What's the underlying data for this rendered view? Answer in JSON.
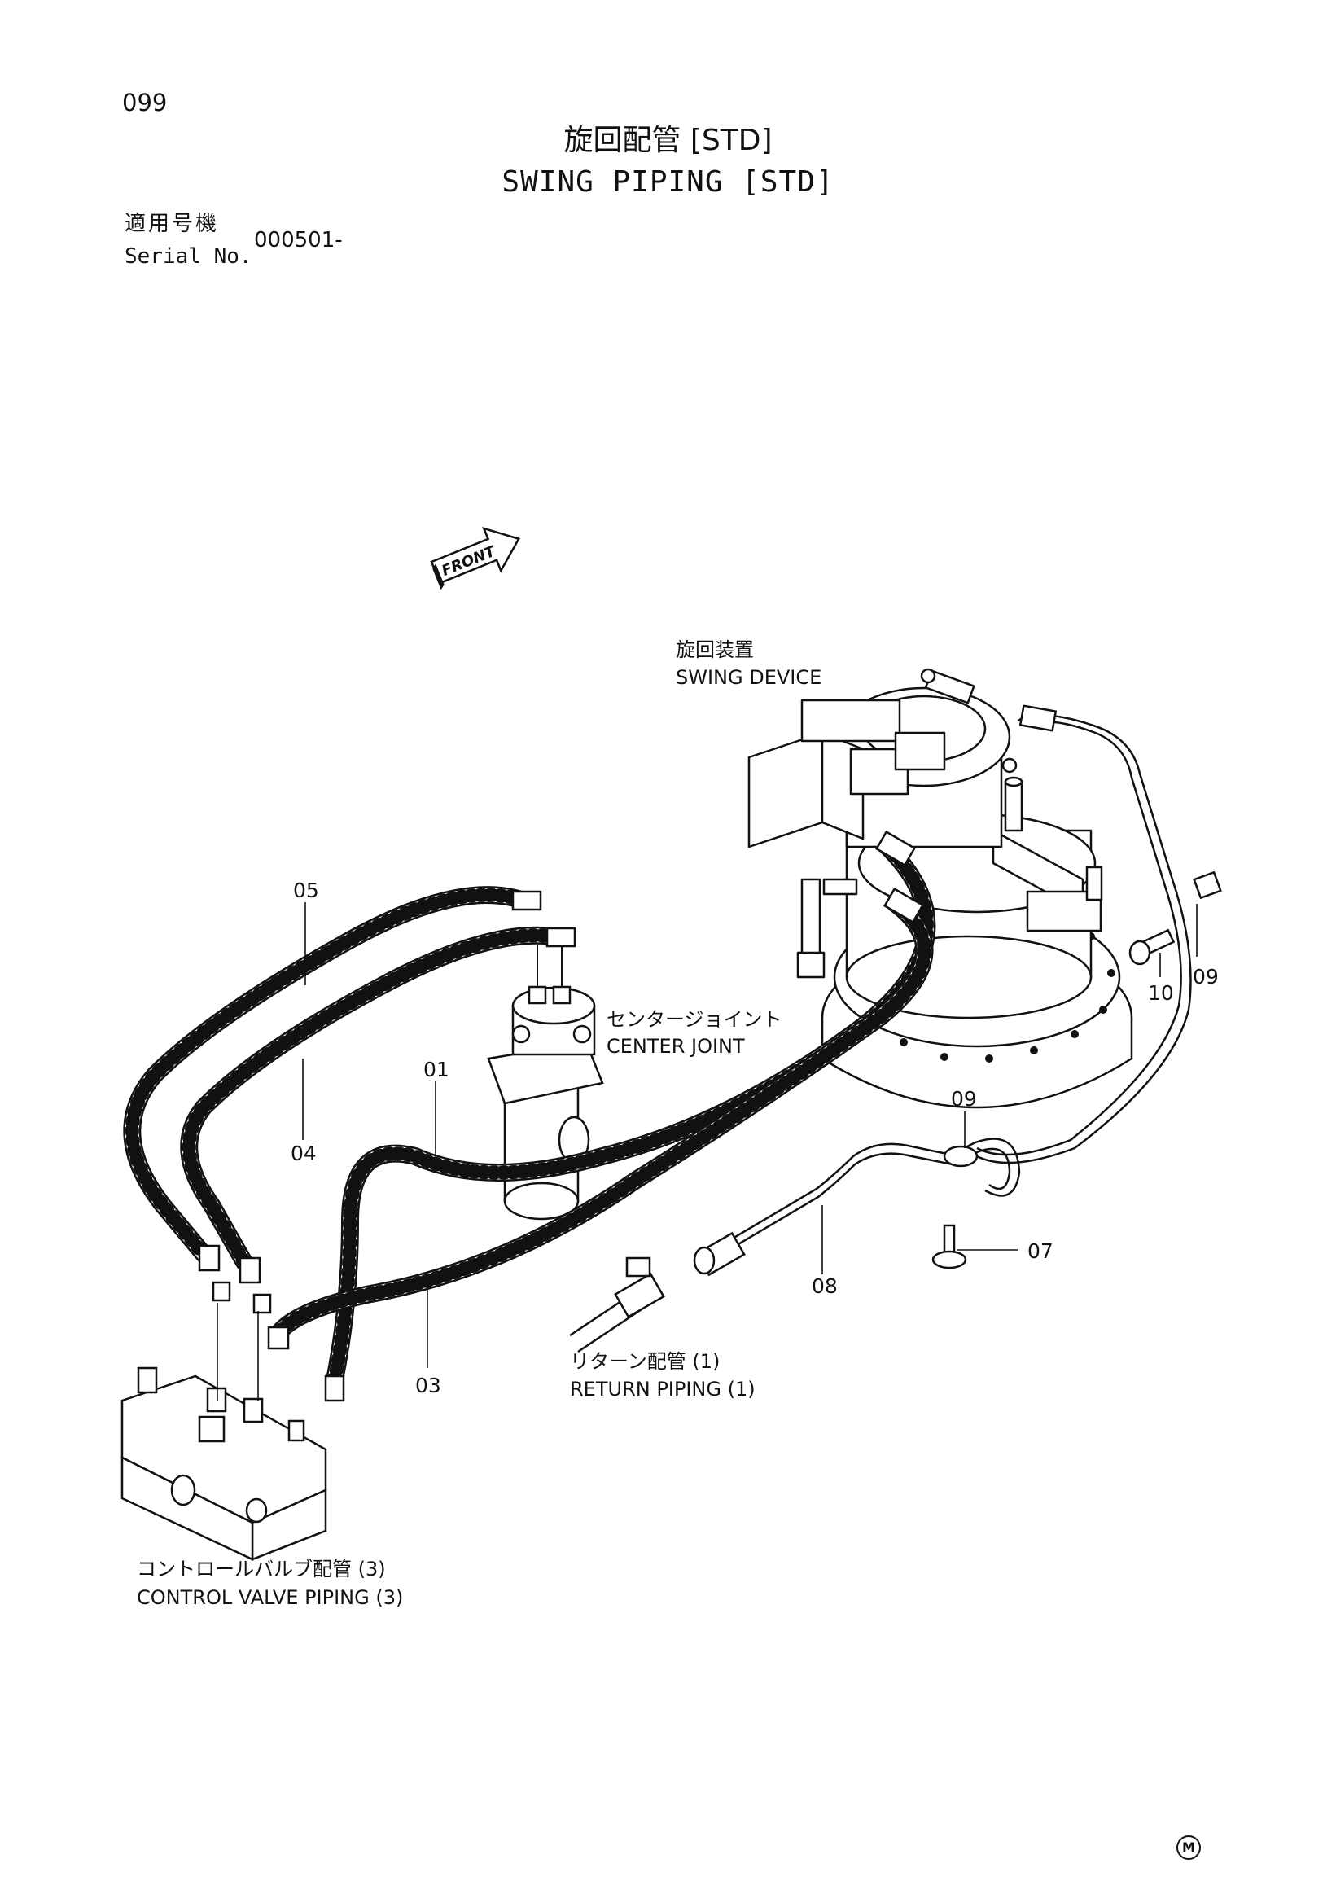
{
  "page": {
    "number": "099",
    "title_jp": "旋回配管 [STD]",
    "title_en": "SWING PIPING [STD]",
    "serial_label_jp": "適用号機",
    "serial_label_en": "Serial No.",
    "serial_value": "000501-",
    "corner_mark": "M"
  },
  "diagram": {
    "front_arrow_label": "FRONT",
    "callouts": [
      {
        "id": "swing_device",
        "label_jp": "旋回装置",
        "label_en": "SWING DEVICE"
      },
      {
        "id": "center_joint",
        "label_jp": "センタージョイント",
        "label_en": "CENTER JOINT"
      },
      {
        "id": "return_piping",
        "label_jp": "リターン配管 (1)",
        "label_en": "RETURN PIPING (1)"
      },
      {
        "id": "control_valve_piping",
        "label_jp": "コントロールバルブ配管 (3)",
        "label_en": "CONTROL VALVE PIPING (3)"
      }
    ],
    "part_numbers": [
      "01",
      "03",
      "04",
      "05",
      "07",
      "08",
      "09",
      "09",
      "10"
    ]
  },
  "colors": {
    "ink": "#111111",
    "paper": "#ffffff"
  }
}
